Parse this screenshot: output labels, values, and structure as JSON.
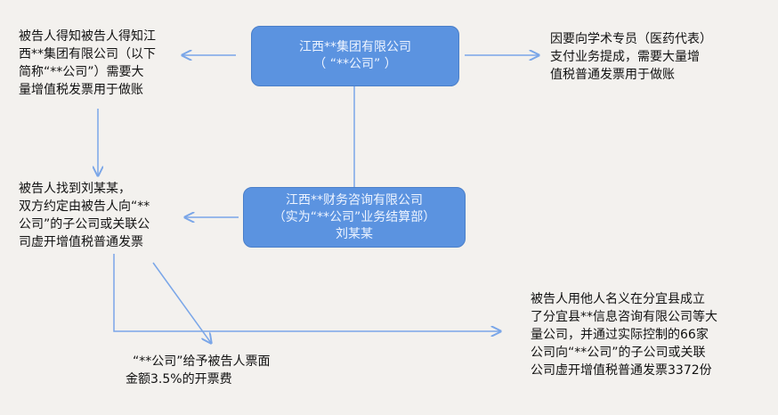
{
  "boxes": {
    "group": [
      "江西**集团有限公司",
      "（  “**公司” ）"
    ],
    "finance": [
      "江西**财务咨询有限公司",
      "（实为“**公司”业务结算部）",
      "刘某某"
    ]
  },
  "notes": {
    "learned": [
      "被告人得知被告人得知江",
      "西**集团有限公司（以下",
      "简称“**公司”）需要大",
      "量增值税发票用于做账"
    ],
    "academic": [
      "因要向学术专员（医药代表）",
      "支付业务提成，需要大量增",
      "值税普通发票用于做账"
    ],
    "found_liu": [
      "被告人找到刘某某，",
      "双方约定由被告人向“**",
      "公司”的子公司或关联公",
      "司虚开增值税普通发票"
    ],
    "fee": [
      "“**公司”给予被告人票面",
      "金额3.5%的开票费"
    ],
    "companies": [
      "被告人用他人名义在分宜县成立",
      "了分宜县**信息咨询有限公司等大",
      "量公司，并通过实际控制的66家",
      "公司向“**公司”的子公司或关联",
      "公司虚开增值税普通发票3372份"
    ]
  },
  "colors": {
    "box": "#5b93e0",
    "arrow": "#7aa6e8"
  }
}
